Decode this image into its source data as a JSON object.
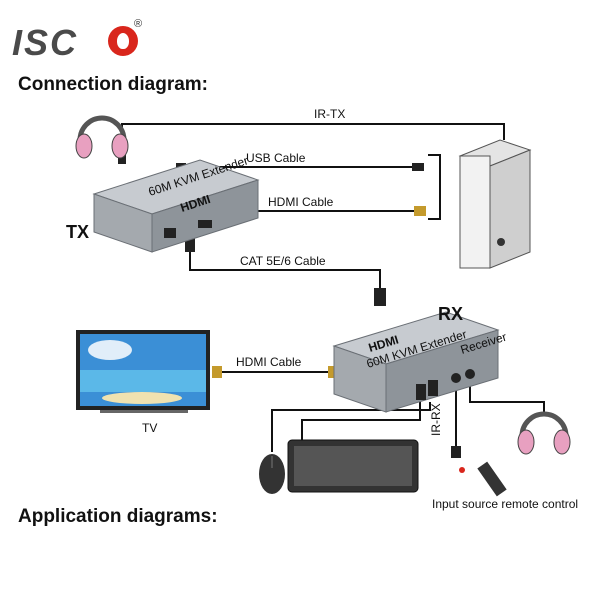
{
  "brand": {
    "logo_text": "ISC",
    "reg_mark": "®"
  },
  "headings": {
    "connection": "Connection diagram:",
    "application": "Application diagrams:"
  },
  "devices": {
    "tx_label": "TX",
    "rx_label": "RX",
    "tv_label": "TV",
    "device_model": "60M KVM Extender",
    "device_brand": "HDMI",
    "receiver_label": "Receiver"
  },
  "cables": {
    "ir_tx": "IR-TX",
    "usb": "USB Cable",
    "hdmi_tx": "HDMI Cable",
    "cat": "CAT 5E/6 Cable",
    "hdmi_rx": "HDMI Cable",
    "ir_rx": "IR-RX"
  },
  "remote_caption": "Input source remote control",
  "colors": {
    "brand_red": "#d9261c",
    "device_body": "#9aa0a8",
    "cable": "#111111",
    "headphone_pink": "#e8a0c0"
  }
}
